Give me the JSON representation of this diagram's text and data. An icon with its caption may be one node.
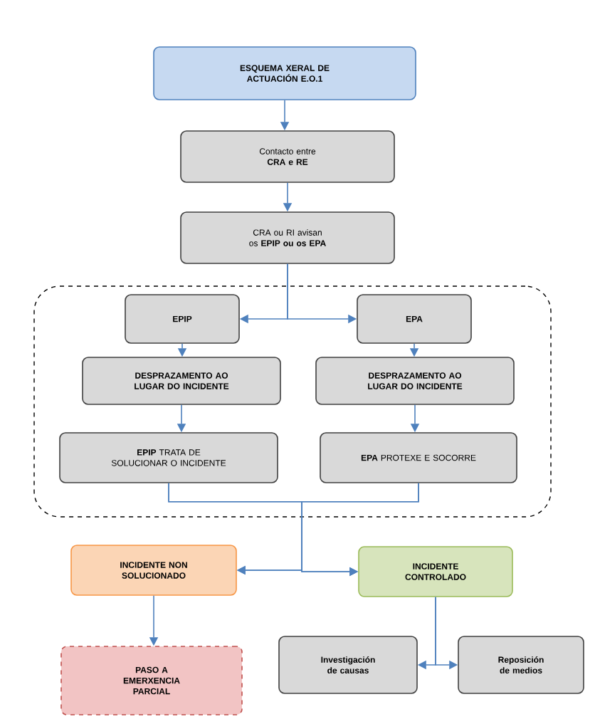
{
  "diagram": {
    "nodes": [
      {
        "text": [
          "ESQUEMA XERAL DE ACTUACIÓN E.O.1"
        ]
      },
      {
        "text": [
          "Contacto entre **CRA e RE**"
        ]
      },
      {
        "text": [
          "CRA ou RI avisan os **EPIP ou os EPA**"
        ]
      },
      {
        "text": [],
        "shape": "box"
      },
      {
        "text": [
          "EPIP"
        ],
        "in": 3
      },
      {
        "text": [
          "EPA"
        ],
        "in": 3
      },
      {
        "text": [
          "DESPRAZAMENTO AO LUGAR DO INCIDENTE"
        ],
        "in": 3
      },
      {
        "text": [
          "DESPRAZAMENTO AO LUGAR DO INCIDENTE"
        ],
        "in": 3
      },
      {
        "text": [
          "**EPIP** TRATA DE SOLUCIONAR O INCIDENTE"
        ],
        "in": 3
      },
      {
        "text": [
          "**EPA** PROTEXE E SOCORRE"
        ],
        "in": 3
      },
      {
        "text": [
          "INCIDENTE **NON** SOLUCIONADO"
        ]
      },
      {
        "text": [
          "INCIDENTE CONTROLADO"
        ]
      },
      {
        "text": [
          "PASO A EMERXENCIA PARCIAL"
        ]
      },
      {
        "text": [
          "Investigación de causas"
        ]
      },
      {
        "text": [
          "Reposición de medios"
        ]
      }
    ],
    "edges": [
      {
        "from": 0,
        "to": 1,
        "arrow": "to"
      },
      {
        "from": 1,
        "to": 2,
        "arrow": "to"
      },
      {
        "from": 2,
        "to": 4,
        "arrow": "to"
      },
      {
        "from": 2,
        "to": 5,
        "arrow": "to"
      },
      {
        "from": 4,
        "to": 6,
        "arrow": "to"
      },
      {
        "from": 5,
        "to": 7,
        "arrow": "to"
      },
      {
        "from": 6,
        "to": 8,
        "arrow": "to"
      },
      {
        "from": 7,
        "to": 9,
        "arrow": "to"
      },
      {
        "from": 8,
        "to": 10,
        "arrow": "to"
      },
      {
        "from": 8,
        "to": 11,
        "arrow": "to"
      },
      {
        "from": 9,
        "to": 10,
        "arrow": "to"
      },
      {
        "from": 9,
        "to": 11,
        "arrow": "to"
      },
      {
        "from": 10,
        "to": 12,
        "arrow": "to"
      },
      {
        "from": 11,
        "to": 13,
        "arrow": "to"
      },
      {
        "from": 11,
        "to": 14,
        "arrow": "to"
      }
    ]
  }
}
